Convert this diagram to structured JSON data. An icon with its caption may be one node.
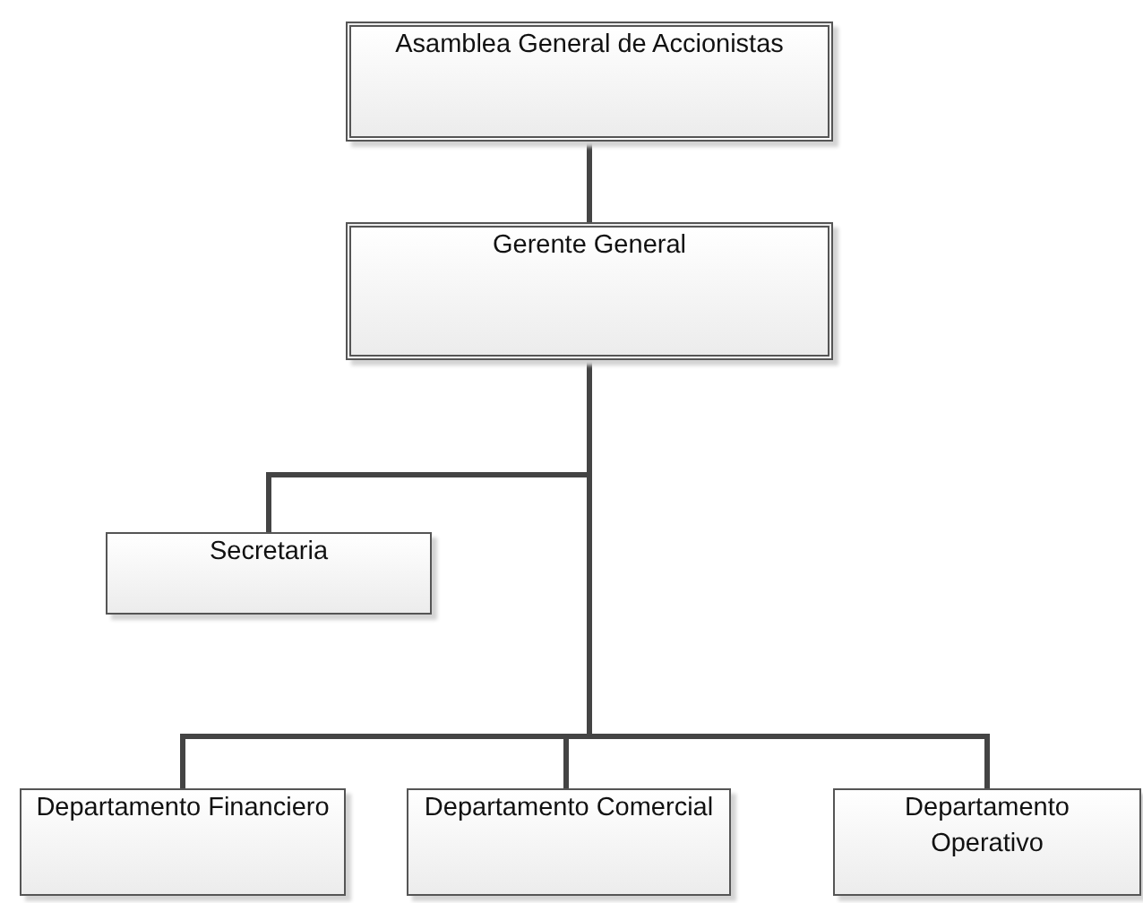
{
  "diagram": {
    "nodes": [
      {
        "text": [
          "Asamblea General de Accionistas"
        ]
      },
      {
        "text": [
          "Gerente General"
        ]
      },
      {
        "text": [
          "Secretaria"
        ]
      },
      {
        "text": [
          "Departamento Financiero"
        ]
      },
      {
        "text": [
          "Departamento Comercial"
        ]
      },
      {
        "text": [
          "Departamento Operativo"
        ]
      }
    ],
    "edges": [
      {
        "from": 0,
        "to": 1,
        "arrow": "none"
      },
      {
        "from": 1,
        "to": 2,
        "arrow": "none"
      },
      {
        "from": 1,
        "to": 3,
        "arrow": "none"
      },
      {
        "from": 1,
        "to": 4,
        "arrow": "none"
      },
      {
        "from": 1,
        "to": 5,
        "arrow": "none"
      }
    ]
  }
}
